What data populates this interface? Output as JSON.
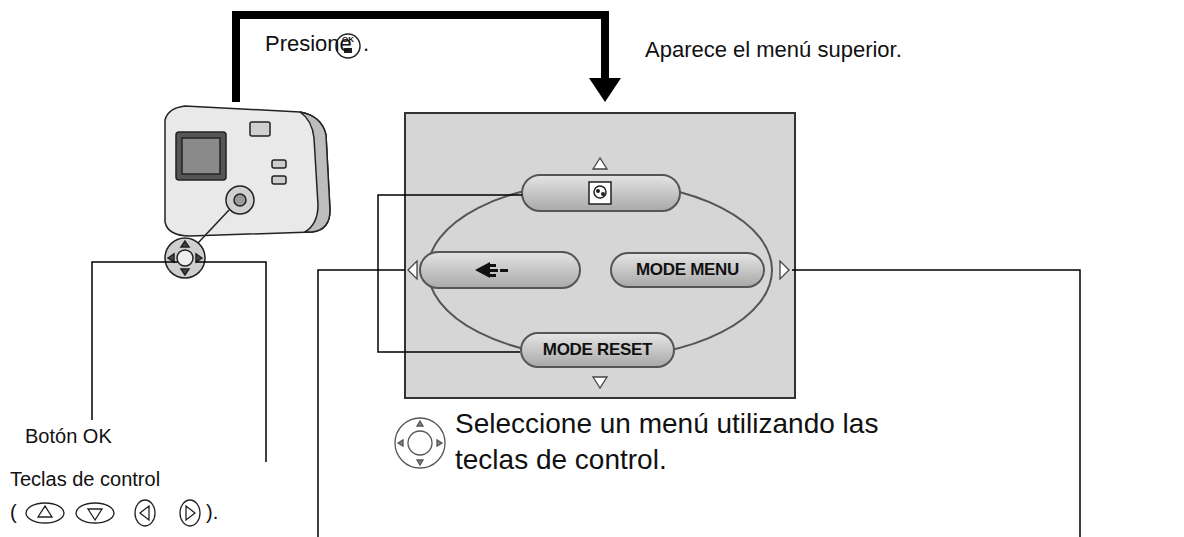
{
  "diagram": {
    "nodes": [
      {
        "text": [
          "MODE MENU"
        ]
      },
      {
        "text": [
          "MODE RESET"
        ]
      }
    ],
    "labels": [
      "Presione",
      "OK",
      ".",
      "Aparece el menú superior.",
      "Botón OK",
      "Teclas de control",
      "(",
      ").",
      "Seleccione un menú utilizando las teclas de control."
    ]
  }
}
